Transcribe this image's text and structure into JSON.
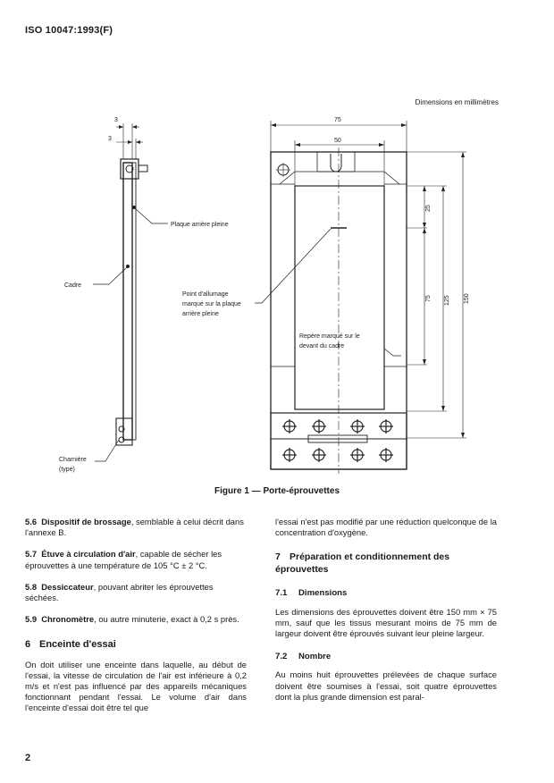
{
  "header": {
    "standard_id": "ISO 10047:1993(F)"
  },
  "figure": {
    "dimensions_note": "Dimensions en millimètres",
    "labels": {
      "plaque": "Plaque arrière pleine",
      "cadre": "Cadre",
      "charniere_1": "Charnière",
      "charniere_2": "(type)",
      "point_1": "Point d'allumage",
      "point_2": "marqué sur la plaque",
      "point_3": "arrière pleine",
      "repere_1": "Repère marqué sur le",
      "repere_2": "devant du cadre"
    },
    "dims": {
      "d3a": "3",
      "d3b": "3",
      "d75": "75",
      "d50": "50",
      "d25": "25",
      "d75v": "75",
      "d125": "125",
      "d150": "150"
    },
    "caption": "Figure 1 — Porte-éprouvettes"
  },
  "left_column": {
    "s56_num": "5.6",
    "s56_title": "Dispositif de brossage",
    "s56_text": ", semblable à celui décrit dans l'annexe B.",
    "s57_num": "5.7",
    "s57_title": "Étuve à circulation d'air",
    "s57_text": ", capable de sécher les éprouvettes à une température de 105 °C ± 2 °C.",
    "s58_num": "5.8",
    "s58_title": "Dessiccateur",
    "s58_text": ", pouvant abriter les éprouvettes séchées.",
    "s59_num": "5.9",
    "s59_title": "Chronomètre",
    "s59_text": ", ou autre minuterie, exact à 0,2 s près.",
    "s6_num": "6",
    "s6_title": "Enceinte d'essai",
    "s6_text": "On doit utiliser une enceinte dans laquelle, au début de l'essai, la vitesse de circulation de l'air est inférieure à 0,2 m/s et n'est pas influencé par des appareils mécaniques fonctionnant pendant l'essai. Le volume d'air dans l'enceinte d'essai doit être tel que"
  },
  "right_column": {
    "cont_text": "l'essai n'est pas modifié par une réduction quelconque de la concentration d'oxygène.",
    "s7_num": "7",
    "s7_title": "Préparation et conditionnement des éprouvettes",
    "s71_num": "7.1",
    "s71_title": "Dimensions",
    "s71_text": "Les dimensions des éprouvettes doivent être 150 mm × 75 mm, sauf que les tissus mesurant moins de 75 mm de largeur doivent être éprouvés suivant leur pleine largeur.",
    "s72_num": "7.2",
    "s72_title": "Nombre",
    "s72_text": "Au moins huit éprouvettes prélevées de chaque surface doivent être soumises à l'essai, soit quatre éprouvettes dont la plus grande dimension est paral-"
  },
  "page_number": "2"
}
